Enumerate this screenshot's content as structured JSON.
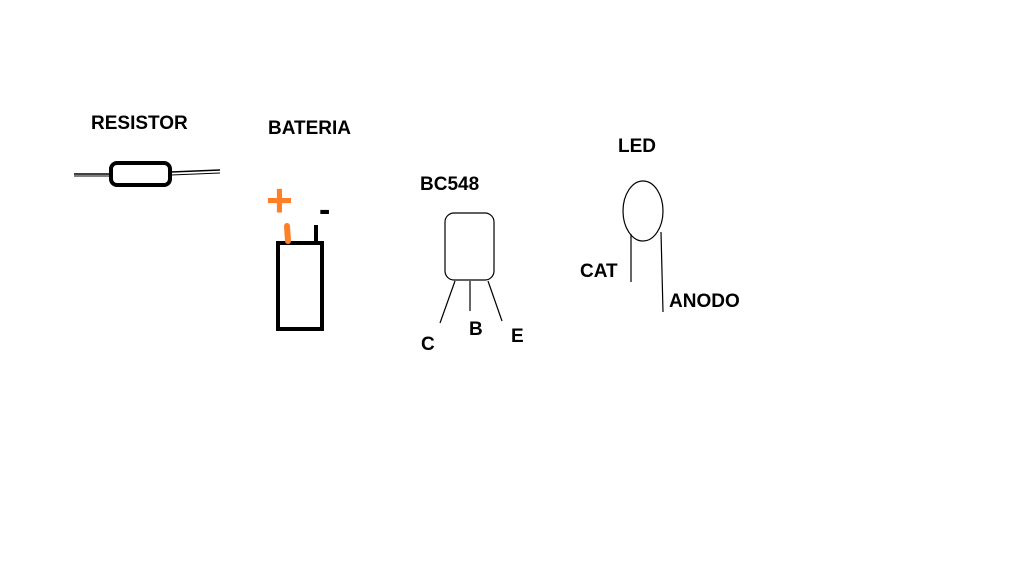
{
  "labels": {
    "resistor": "RESISTOR",
    "battery": "BATERIA",
    "battery_plus": "+",
    "battery_minus": "-",
    "transistor": "BC548",
    "transistor_collector": "C",
    "transistor_base": "B",
    "transistor_emitter": "E",
    "led": "LED",
    "led_cathode": "CAT",
    "led_anode": "ANODO"
  },
  "colors": {
    "ink": "#000000",
    "positive": "#ff7f27",
    "background": "#ffffff"
  }
}
